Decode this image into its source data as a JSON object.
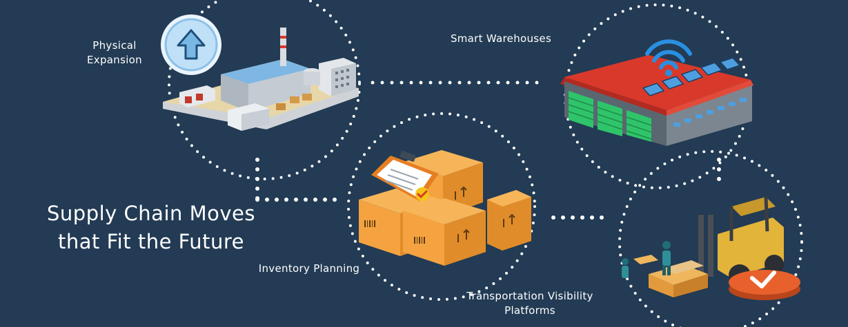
{
  "headline": {
    "line1": "Supply Chain Moves",
    "line2": "that Fit the Future"
  },
  "nodes": {
    "physical_expansion": {
      "line1": "Physical",
      "line2": "Expansion"
    },
    "smart_warehouses": {
      "label": "Smart Warehouses"
    },
    "inventory_planning": {
      "label": "Inventory Planning"
    },
    "transportation": {
      "line1": "Transportation Visibility",
      "line2": "Platforms"
    }
  },
  "colors": {
    "background": "#233b54",
    "dots": "#ffffff",
    "box_orange": "#f4a340",
    "roof_red": "#d9392b",
    "door_green": "#2fc46a",
    "badge_blue": "#bfe0f7",
    "forklift_yellow": "#e2b43a",
    "check_orange": "#e8612c"
  }
}
